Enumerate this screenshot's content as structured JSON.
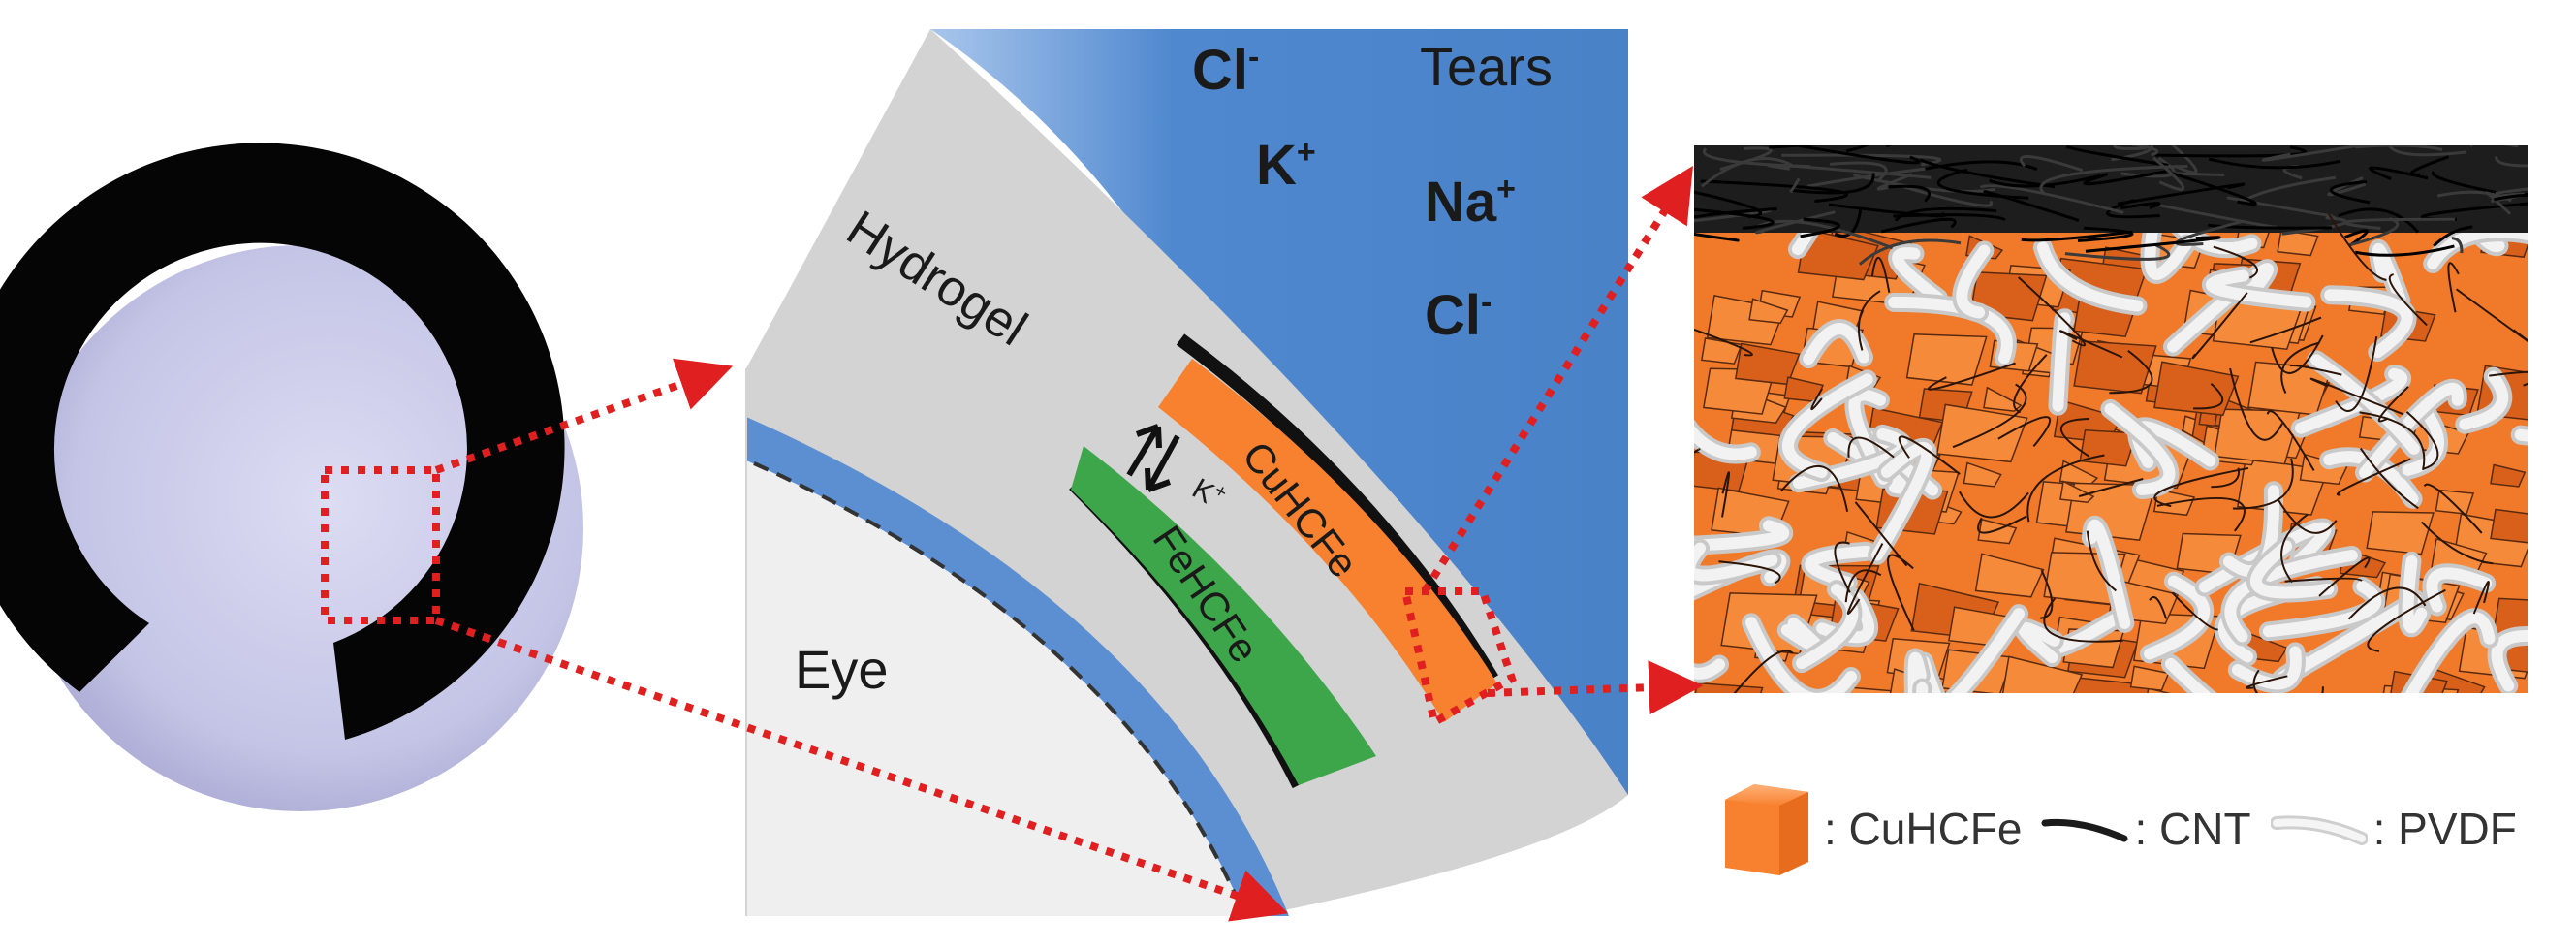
{
  "colors": {
    "tears": "#4d86cc",
    "hydrogel": "#d3d3d3",
    "eye": "#eeeeee",
    "cuhcfe": "#f7812f",
    "fehcfe": "#3ea64a",
    "arrow": "#e02020",
    "lens": "#c9c9e9",
    "cnt": "#1b1b1b",
    "pvdf": "#ececec"
  },
  "labels": {
    "tears": "Tears",
    "hydrogel": "Hydrogel",
    "eye": "Eye",
    "ions": {
      "cl_top": "Cl",
      "cl_top_sup": "-",
      "k": "K",
      "k_sup": "+",
      "na": "Na",
      "na_sup": "+",
      "cl_mid": "Cl",
      "cl_mid_sup": "-"
    },
    "k_flux": "K",
    "k_flux_sup": "+",
    "cuhcfe_layer": "CuHCFe",
    "fehcfe_layer": "FeHCFe"
  },
  "legend": {
    "cuhcfe": ": CuHCFe",
    "cnt": ": CNT",
    "pvdf": ": PVDF"
  }
}
